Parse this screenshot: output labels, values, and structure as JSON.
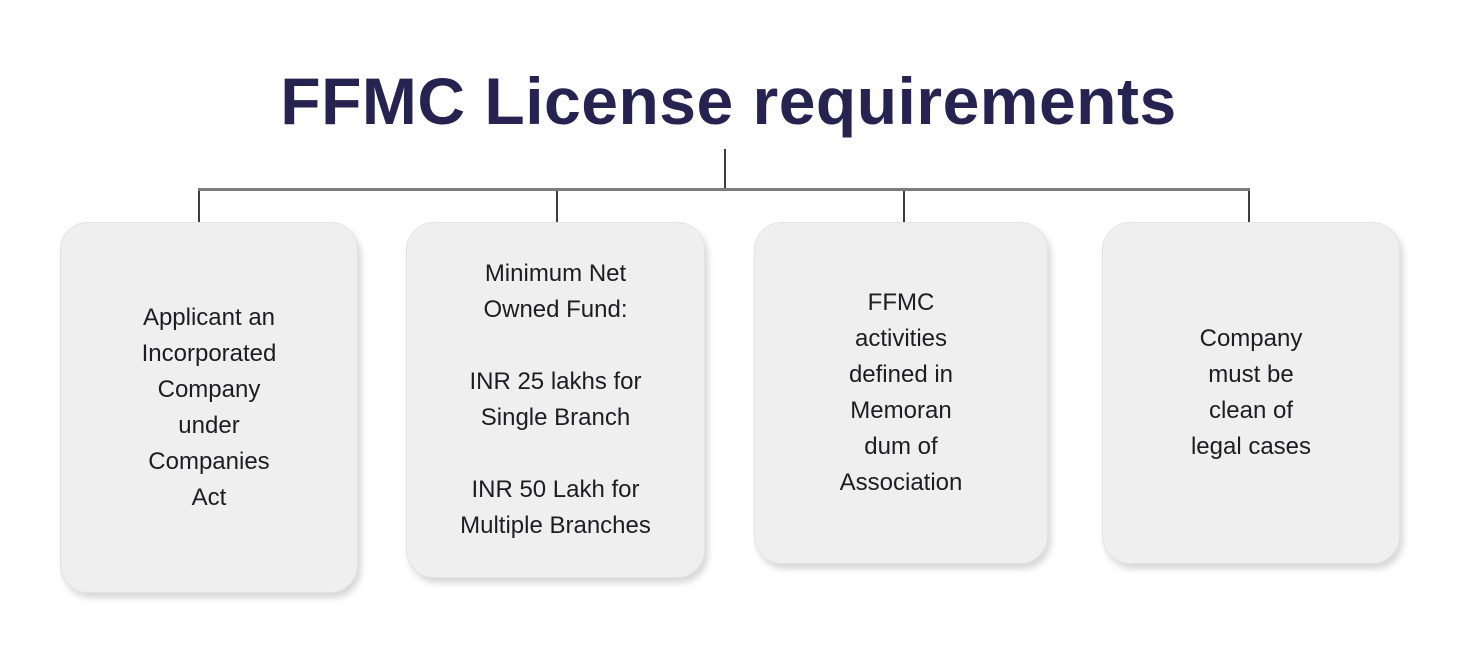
{
  "title": "FFMC License requirements",
  "colors": {
    "title_text": "#262350",
    "connector_dark": "#3d3d3d",
    "connector_gray": "#7d7d7d",
    "box_background": "#f0eff0",
    "box_border": "#e4e3e4",
    "box_text": "#1d1d1f",
    "page_background": "#ffffff"
  },
  "boxes": [
    {
      "name": "requirement-incorporated-company",
      "text": "Applicant an\nIncorporated\nCompany\nunder\nCompanies\nAct"
    },
    {
      "name": "requirement-minimum-net-owned-fund",
      "text": "Minimum Net\nOwned Fund:\n\nINR 25 lakhs for\nSingle Branch\n\nINR 50 Lakh for\nMultiple Branches"
    },
    {
      "name": "requirement-ffmc-activities-moa",
      "text": "FFMC\nactivities\ndefined in\nMemoran\ndum of\nAssociation"
    },
    {
      "name": "requirement-clean-legal-cases",
      "text": "Company\nmust be\nclean of\nlegal cases"
    }
  ]
}
